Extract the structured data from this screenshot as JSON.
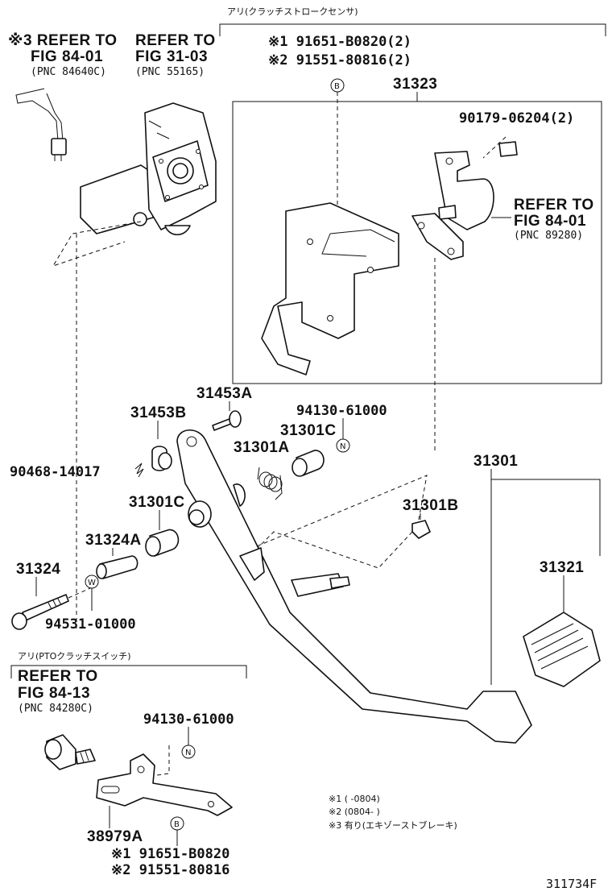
{
  "labels": {
    "top_bracket": "アリ(クラッチストロークセンサ)",
    "ref_84_01_a": {
      "l1": "※3 REFER TO",
      "l2": "FIG 84-01",
      "l3": "(PNC 84640C)"
    },
    "ref_31_03": {
      "l1": "REFER TO",
      "l2": "FIG 31-03",
      "l3": "(PNC 55165)"
    },
    "b_note_1": "※1 91651-B0820(2)",
    "b_note_2": "※2 91551-80816(2)",
    "p31323": "31323",
    "p90179": "90179-06204(2)",
    "ref_84_01_b": {
      "l1": "REFER TO",
      "l2": "FIG 84-01",
      "l3": "(PNC 89280)"
    },
    "p31453A": "31453A",
    "p31453B": "31453B",
    "p94130_top": "94130-61000",
    "p31301C_top": "31301C",
    "p31301A": "31301A",
    "p90468": "90468-14017",
    "p31301": "31301",
    "p31301C_left": "31301C",
    "p31301B": "31301B",
    "p31324A": "31324A",
    "p31324": "31324",
    "p31321": "31321",
    "p94531": "94531-01000",
    "pto_bracket": "アリ(PTOクラッチスイッチ)",
    "ref_84_13": {
      "l1": "REFER TO",
      "l2": "FIG 84-13",
      "l3": "(PNC 84280C)"
    },
    "p94130_bottom": "94130-61000",
    "p38979A": "38979A",
    "b2_note_1": "※1 91651-B0820",
    "b2_note_2": "※2 91551-80816",
    "fn1": "※1 (      -0804)",
    "fn2": "※2 (0804-      )",
    "fn3": "※3 有り(エキゾーストブレーキ)",
    "fig_id": "311734F"
  },
  "markers": {
    "B": "B",
    "N": "N",
    "W": "W"
  }
}
